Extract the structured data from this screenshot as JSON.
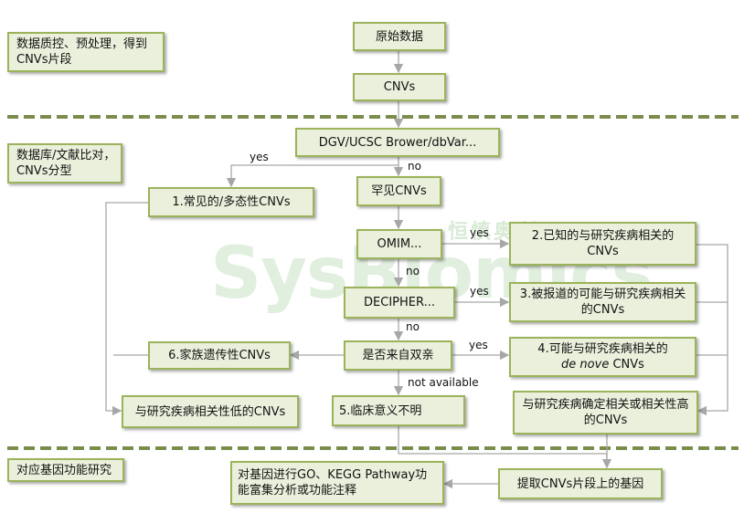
{
  "sections": {
    "s1": "数据质控、预处理，得到CNVs片段",
    "s2": "数据库/文献比对，CNVs分型",
    "s3": "对应基因功能研究"
  },
  "nodes": {
    "raw": "原始数据",
    "cnvs": "CNVs",
    "db": "DGV/UCSC Brower/dbVar...",
    "rare": "罕见CNVs",
    "common": "1.常见的/多态性CNVs",
    "omim": "OMIM...",
    "known": "2.已知的与研究疾病相关的CNVs",
    "decipher": "DECIPHER...",
    "reported": "3.被报道的可能与研究疾病相关的CNVs",
    "parents": "是否来自双亲",
    "familial": "6.家族遗传性CNVs",
    "denovo_prefix": "4.可能与研究疾病相关的",
    "denovo_em": "de nove",
    "denovo_suffix": " CNVs",
    "low": "与研究疾病相关性低的CNVs",
    "unclear": "5.临床意义不明",
    "high": "与研究疾病确定相关或相关性高的CNVs",
    "extract": "提取CNVs片段上的基因",
    "go": "对基因进行GO、KEGG Pathway功能富集分析或功能注释"
  },
  "edge_labels": {
    "db_yes": "yes",
    "db_no": "no",
    "omim_yes": "yes",
    "omim_no": "no",
    "decipher_yes": "yes",
    "decipher_no": "no",
    "parents_yes": "yes",
    "parents_na": "not available"
  },
  "watermark": {
    "latin": "SysBiomics",
    "chinese": "恒慎奥利"
  },
  "colors": {
    "box_fill": "#eaf0dc",
    "box_border": "#9bb35a",
    "divider": "#7a8c4a",
    "arrow": "#a7a7a7"
  }
}
